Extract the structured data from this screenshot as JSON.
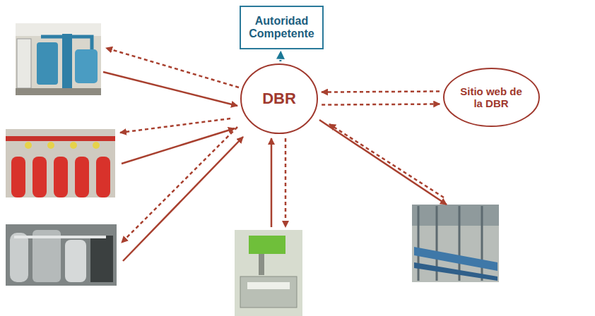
{
  "diagram": {
    "nodes": [
      {
        "text": [
          "Autoridad Competente"
        ]
      },
      {
        "text": [
          "DBR"
        ]
      },
      {
        "text": [
          "Sitio web de la DBR"
        ]
      }
    ],
    "edges": [
      {
        "from": 1,
        "to": 0,
        "arrow": "to"
      },
      {
        "from": 2,
        "to": 1,
        "arrow": "to"
      },
      {
        "from": 1,
        "to": 2,
        "arrow": "to"
      }
    ]
  }
}
